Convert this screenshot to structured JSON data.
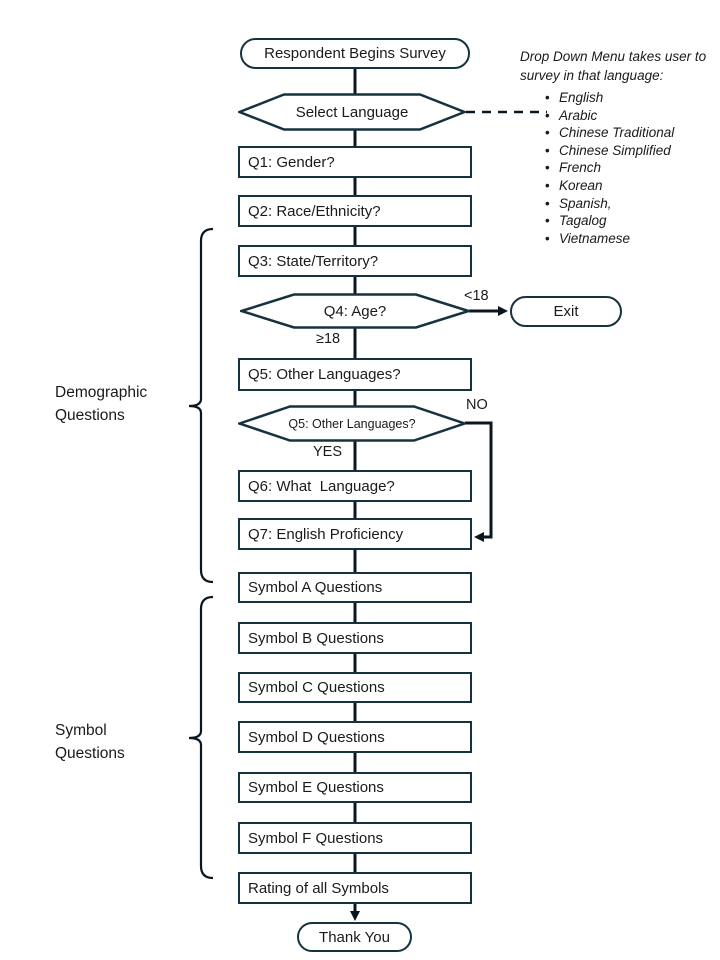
{
  "colors": {
    "shape_border": "#16323f",
    "connector": "#0a1620",
    "text": "#1a1a1a",
    "background": "#ffffff"
  },
  "flow": {
    "start": "Respondent Begins Survey",
    "select_language": "Select Language",
    "q1": "Q1: Gender?",
    "q2": "Q2: Race/Ethnicity?",
    "q3": "Q3: State/Territory?",
    "q4": "Q4: Age?",
    "exit": "Exit",
    "q5": "Q5: Other Languages?",
    "q5_check": "Q5: Other Languages?",
    "q6": "Q6: What  Language?",
    "q7": "Q7: English Proficiency",
    "symbol_a": "Symbol A Questions",
    "symbol_b": "Symbol B Questions",
    "symbol_c": "Symbol C Questions",
    "symbol_d": "Symbol D Questions",
    "symbol_e": "Symbol E Questions",
    "symbol_f": "Symbol F Questions",
    "rating": "Rating of all Symbols",
    "thank_you": "Thank You"
  },
  "edge_labels": {
    "under18": "<18",
    "over18": "≥18",
    "no": "NO",
    "yes": "YES"
  },
  "groups": {
    "demographic_line1": "Demographic",
    "demographic_line2": "Questions",
    "symbol_line1": "Symbol",
    "symbol_line2": "Questions"
  },
  "note": {
    "title": "Drop Down Menu takes user to survey in that language:",
    "items": [
      "English",
      "Arabic",
      "Chinese Traditional",
      "Chinese Simplified",
      "French",
      "Korean",
      "Spanish,",
      "Tagalog",
      "Vietnamese"
    ]
  }
}
